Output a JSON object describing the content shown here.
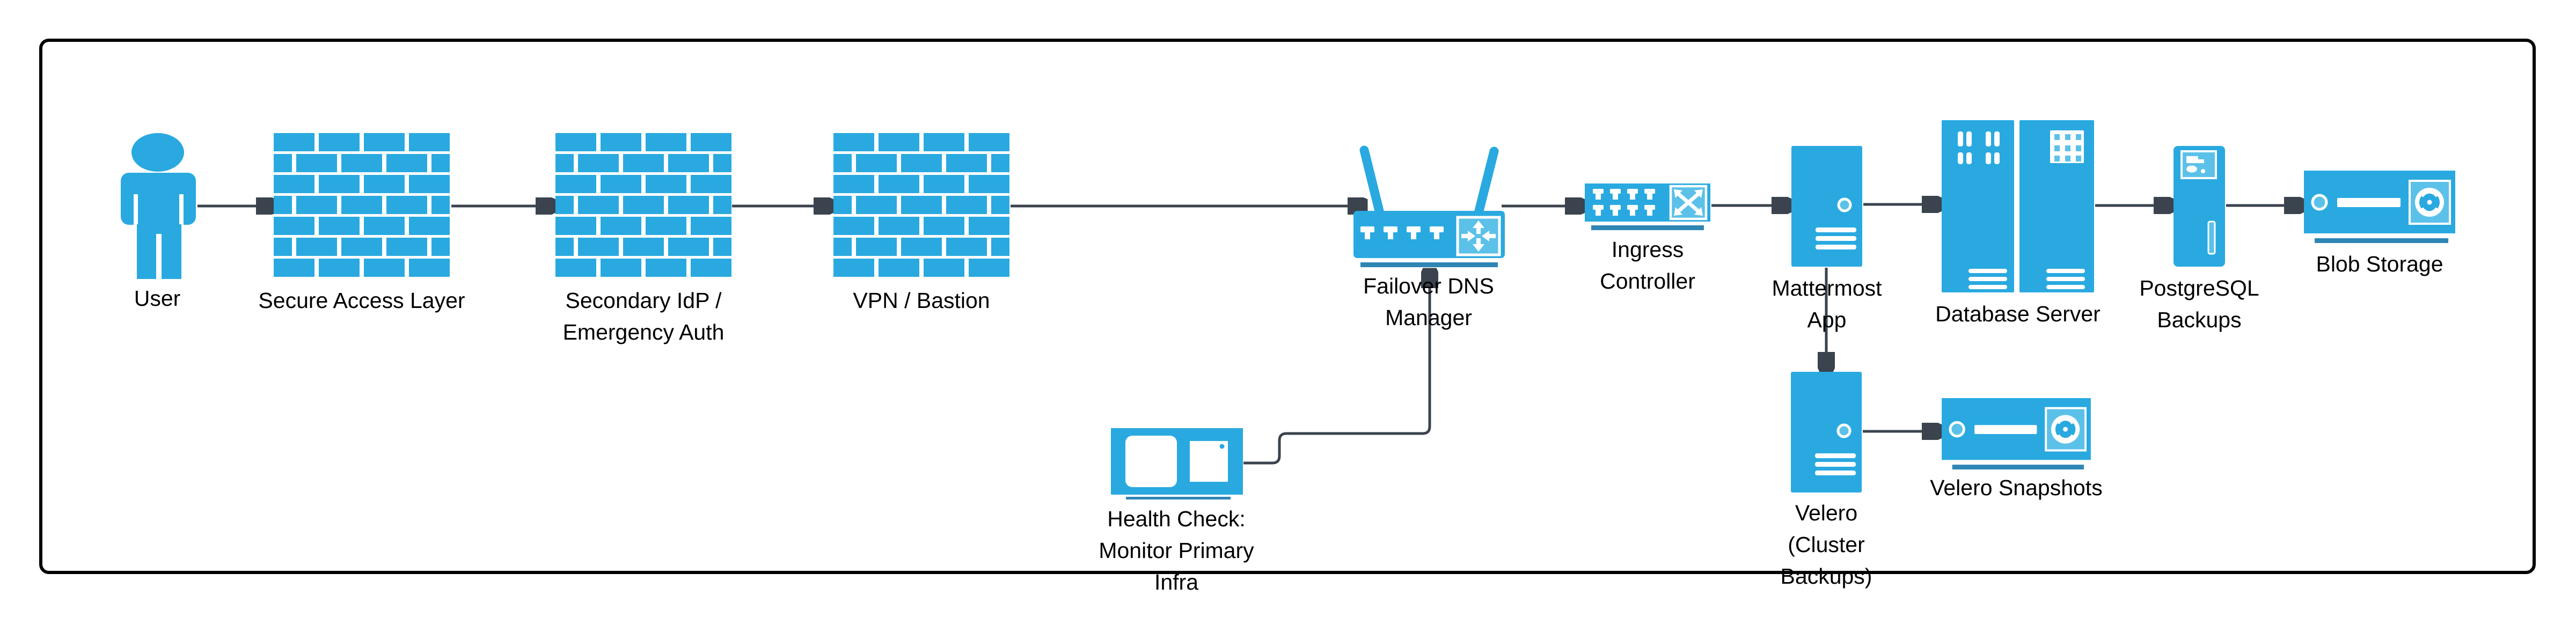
{
  "colors": {
    "primary": "#29A9E0",
    "primary_light": "#5CC1E9",
    "accent_bar": "#2E86B5",
    "edge": "#3A434E",
    "text": "#000000",
    "background": "#FFFFFF"
  },
  "nodes": {
    "user": {
      "label": "User",
      "icon": "person-icon"
    },
    "secure_access_layer": {
      "label": "Secure Access Layer",
      "icon": "firewall-icon"
    },
    "secondary_idp": {
      "label": "Secondary IdP /\nEmergency Auth",
      "icon": "firewall-icon"
    },
    "vpn_bastion": {
      "label": "VPN / Bastion",
      "icon": "firewall-icon"
    },
    "failover_dns_manager": {
      "label": "Failover DNS\nManager",
      "icon": "wireless-router-icon"
    },
    "ingress_controller": {
      "label": "Ingress\nController",
      "icon": "network-switch-icon"
    },
    "mattermost_app": {
      "label": "Mattermost\nApp",
      "icon": "server-tower-icon"
    },
    "database_server": {
      "label": "Database Server",
      "icon": "rack-servers-icon"
    },
    "postgresql_backups": {
      "label": "PostgreSQL\nBackups",
      "icon": "backup-server-icon"
    },
    "blob_storage": {
      "label": "Blob Storage",
      "icon": "tape-storage-icon"
    },
    "health_check": {
      "label": "Health Check:\nMonitor Primary\nInfra",
      "icon": "monitor-icon"
    },
    "velero": {
      "label": "Velero\n(Cluster\nBackups)",
      "icon": "server-tower-icon"
    },
    "velero_snapshots": {
      "label": "Velero Snapshots",
      "icon": "tape-storage-icon"
    }
  },
  "edges": [
    {
      "from": "user",
      "to": "secure_access_layer"
    },
    {
      "from": "secure_access_layer",
      "to": "secondary_idp"
    },
    {
      "from": "secondary_idp",
      "to": "vpn_bastion"
    },
    {
      "from": "vpn_bastion",
      "to": "failover_dns_manager"
    },
    {
      "from": "failover_dns_manager",
      "to": "ingress_controller"
    },
    {
      "from": "ingress_controller",
      "to": "mattermost_app"
    },
    {
      "from": "mattermost_app",
      "to": "database_server"
    },
    {
      "from": "database_server",
      "to": "postgresql_backups"
    },
    {
      "from": "postgresql_backups",
      "to": "blob_storage"
    },
    {
      "from": "mattermost_app",
      "to": "velero"
    },
    {
      "from": "velero",
      "to": "velero_snapshots"
    },
    {
      "from": "health_check",
      "to": "failover_dns_manager"
    }
  ]
}
